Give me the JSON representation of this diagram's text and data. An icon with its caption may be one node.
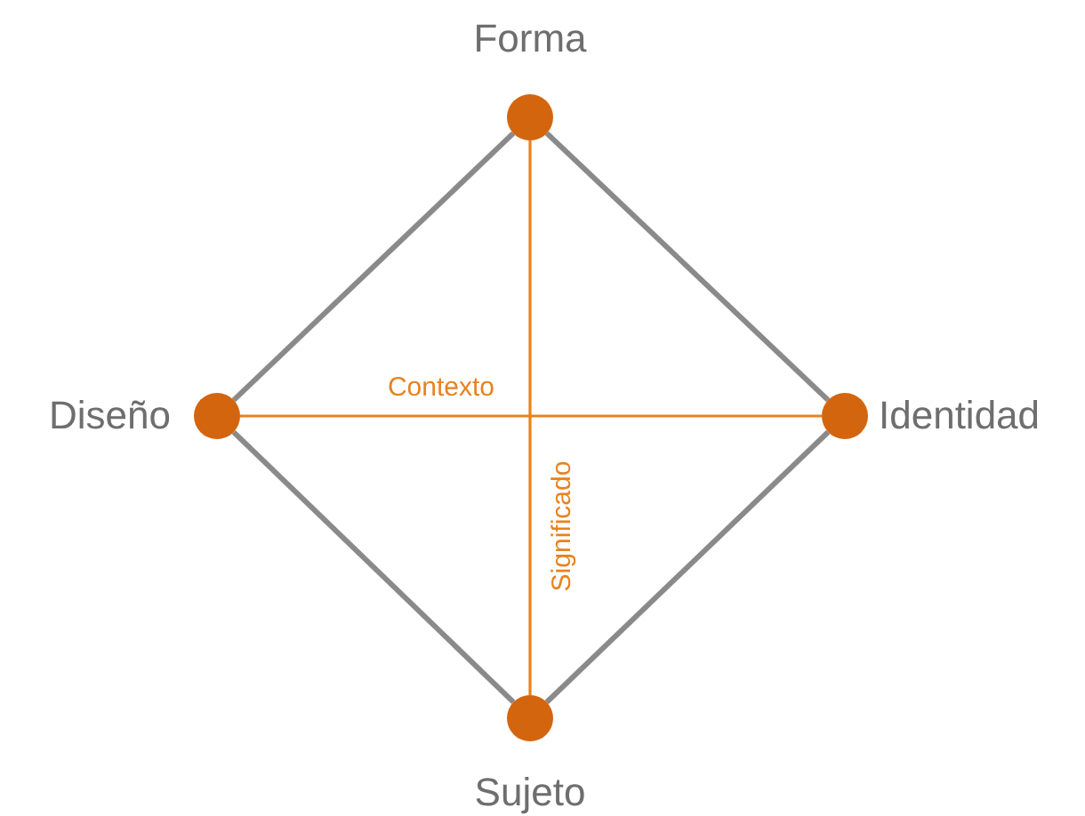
{
  "diagram": {
    "nodes": [
      {
        "text": [],
        "shape": "circle",
        "beside": [
          "Forma"
        ]
      },
      {
        "text": [],
        "shape": "circle",
        "beside": [
          "Diseño"
        ]
      },
      {
        "text": [],
        "shape": "circle",
        "beside": [
          "Identidad"
        ]
      },
      {
        "text": [],
        "shape": "circle",
        "beside": [
          "Sujeto"
        ]
      }
    ],
    "edges": [
      {
        "from": 0,
        "to": 1,
        "arrow": "none"
      },
      {
        "from": 0,
        "to": 2,
        "arrow": "none"
      },
      {
        "from": 1,
        "to": 3,
        "arrow": "none"
      },
      {
        "from": 2,
        "to": 3,
        "arrow": "none"
      },
      {
        "from": 1,
        "to": 2,
        "arrow": "none",
        "label": "Contexto",
        "color": "#e8821e"
      },
      {
        "from": 0,
        "to": 3,
        "arrow": "none",
        "label": "Significado",
        "color": "#e8821e"
      }
    ]
  }
}
